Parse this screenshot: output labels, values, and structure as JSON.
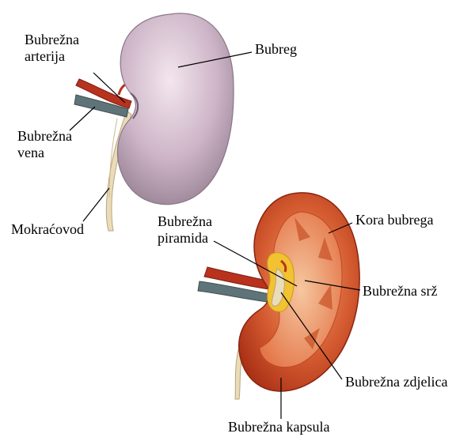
{
  "labels": {
    "renal_artery": [
      "Bubrežna",
      "arterija"
    ],
    "kidney": "Bubreg",
    "renal_vein": [
      "Bubrežna",
      "vena"
    ],
    "ureter": "Mokraćovod",
    "renal_pyramid": [
      "Bubrežna",
      "piramida"
    ],
    "renal_cortex": "Kora bubrega",
    "renal_medulla": "Bubrežna srž",
    "renal_pelvis": "Bubrežna zdjelica",
    "renal_capsule": "Bubrežna kapsula"
  },
  "colors": {
    "kidney_surface": "#c9b3c4",
    "cortex": "#c8401e",
    "medulla": "#e88a5e",
    "artery": "#b8321e",
    "vein": "#5f7478",
    "ureter": "#eadcb8",
    "fat": "#f2c230"
  }
}
